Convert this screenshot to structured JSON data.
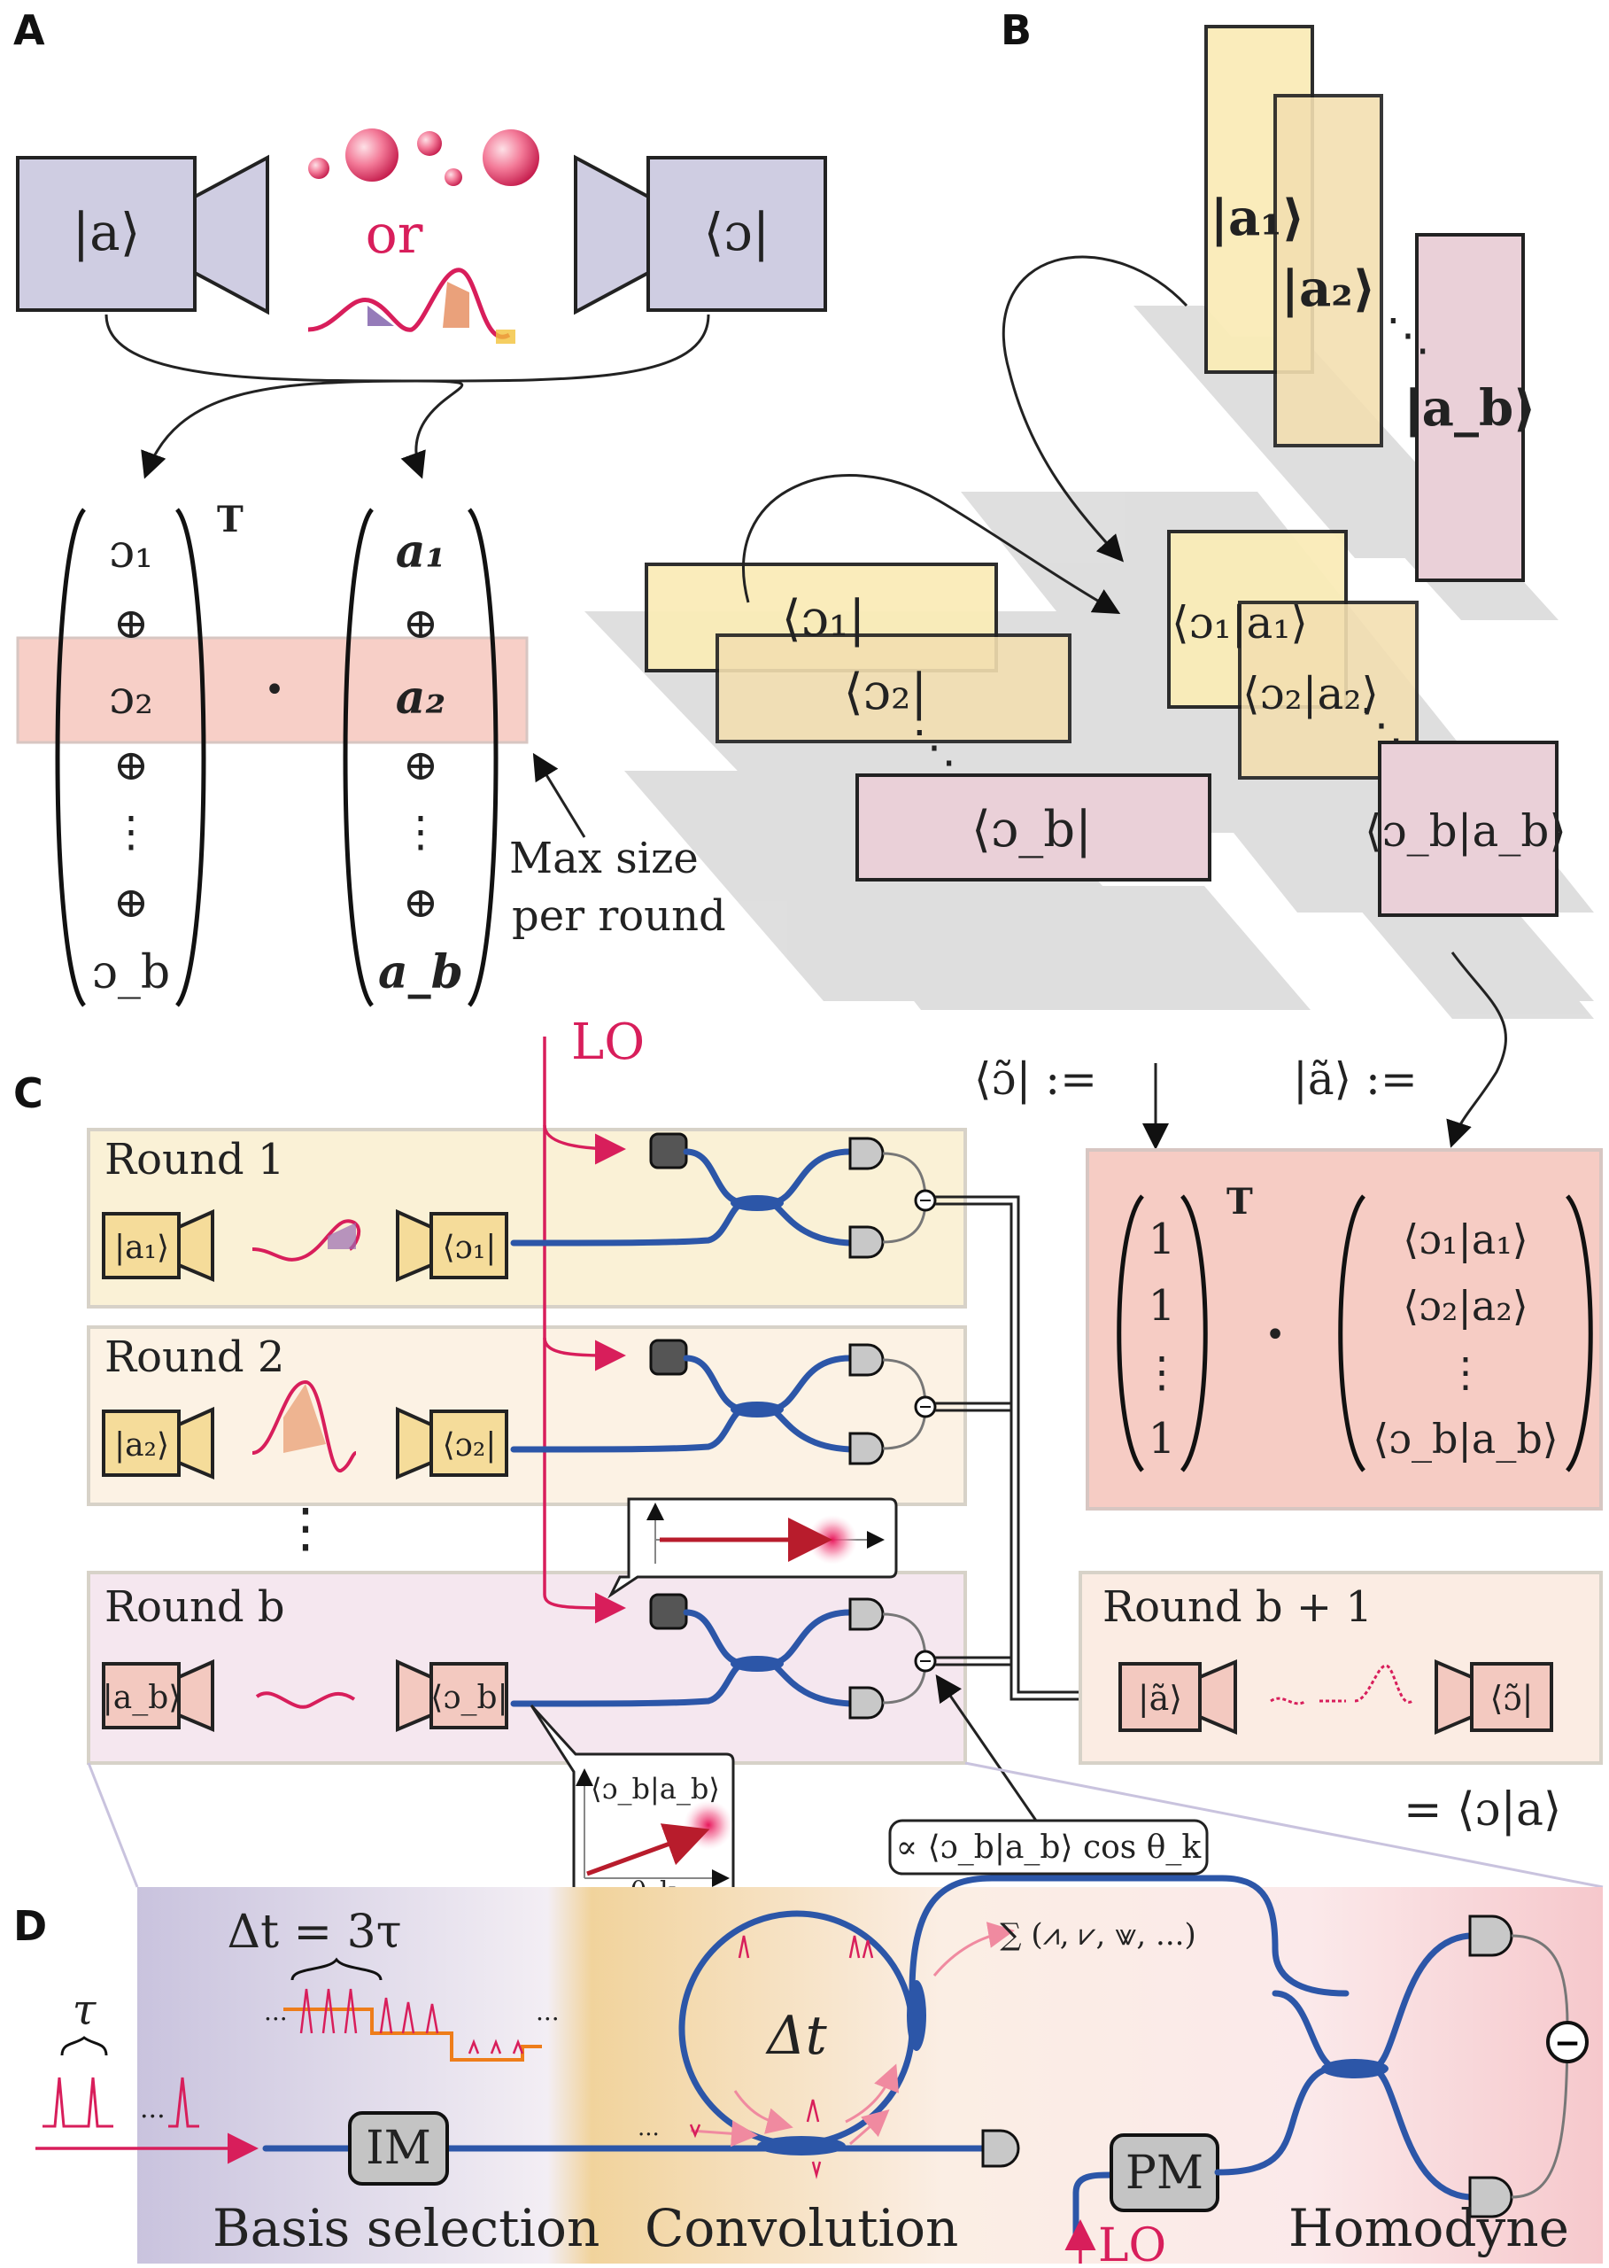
{
  "panels": {
    "a": "A",
    "b": "B",
    "c": "C",
    "d": "D"
  },
  "panel_a": {
    "ket_a": "|a⟩",
    "bra_c": "⟨ɔ|",
    "or": "or",
    "transpose": "T",
    "left_vector": [
      "ɔ₁",
      "⊕",
      "ɔ₂",
      "⊕",
      "⋮",
      "⊕",
      "ɔ_b"
    ],
    "right_vector": [
      "a₁",
      "⊕",
      "a₂",
      "⊕",
      "⋮",
      "⊕",
      "a_b"
    ],
    "dot": "•",
    "max_size_line1": "Max size",
    "max_size_line2": "per round"
  },
  "panel_b": {
    "kets": [
      "|a₁⟩",
      "|a₂⟩",
      "|a_b⟩"
    ],
    "bras": [
      "⟨ɔ₁|",
      "⟨ɔ₂|",
      "⟨ɔ_b|"
    ],
    "overlaps": [
      "⟨ɔ₁|a₁⟩",
      "⟨ɔ₂|a₂⟩",
      "⟨ɔ_b|a_b⟩"
    ],
    "bra_tilde_def": "⟨ɔ̃| :=",
    "ket_tilde_def": "|ã⟩ :="
  },
  "panel_c": {
    "lo": "LO",
    "rounds": [
      {
        "label": "Round 1",
        "ket": "|a₁⟩",
        "bra": "⟨ɔ₁|"
      },
      {
        "label": "Round 2",
        "ket": "|a₂⟩",
        "bra": "⟨ɔ₂|"
      },
      {
        "label": "Round b",
        "ket": "|a_b⟩",
        "bra": "⟨ɔ_b|"
      }
    ],
    "round_next": {
      "label": "Round b + 1",
      "ket": "|ã⟩",
      "bra": "⟨ɔ̃|"
    },
    "result_vector_left": [
      "1",
      "1",
      "⋮",
      "1"
    ],
    "result_vector_right": [
      "⟨ɔ₁|a₁⟩",
      "⟨ɔ₂|a₂⟩",
      "⋮",
      "⟨ɔ_b|a_b⟩"
    ],
    "transpose": "T",
    "dot": "•",
    "phasor_label": "⟨ɔ_b|a_b⟩",
    "theta": "θ_k",
    "proportional": "∝ ⟨ɔ_b|a_b⟩ cos θ_k",
    "equals": "= ⟨ɔ|a⟩"
  },
  "panel_d": {
    "tau": "τ",
    "delta_t_eq": "Δt = 3τ",
    "delta_t": "Δt",
    "im": "IM",
    "pm": "PM",
    "lo": "LO",
    "sum": "∑ (⩘, ⩗, ⩖, ...)",
    "basis_selection": "Basis selection",
    "convolution": "Convolution",
    "homodyne": "Homodyne",
    "dots": "...",
    "minus": "−"
  }
}
